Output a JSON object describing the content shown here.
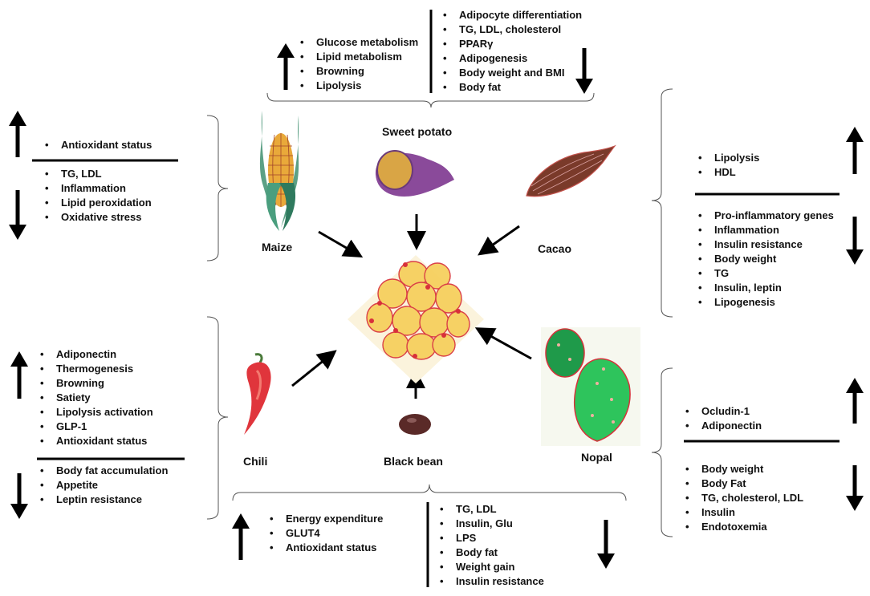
{
  "center_label": "",
  "foods": {
    "maize": "Maize",
    "sweet_potato": "Sweet potato",
    "cacao": "Cacao",
    "chili": "Chili",
    "black_bean": "Black bean",
    "nopal": "Nopal"
  },
  "effects": {
    "sweet_potato": {
      "up": [
        "Glucose metabolism",
        "Lipid metabolism",
        "Browning",
        "Lipolysis"
      ],
      "down": [
        "Adipocyte differentiation",
        "TG, LDL, cholesterol",
        "PPARγ",
        "Adipogenesis",
        "Body weight and BMI",
        "Body fat"
      ]
    },
    "maize": {
      "up": [
        "Antioxidant status"
      ],
      "down": [
        "TG, LDL",
        "Inflammation",
        "Lipid peroxidation",
        "Oxidative stress"
      ]
    },
    "cacao": {
      "up": [
        "Lipolysis",
        "HDL"
      ],
      "down": [
        "Pro-inflammatory genes",
        "Inflammation",
        "Insulin resistance",
        "Body weight",
        "TG",
        "Insulin, leptin",
        "Lipogenesis"
      ]
    },
    "chili": {
      "up": [
        "Adiponectin",
        "Thermogenesis",
        "Browning",
        "Satiety",
        "Lipolysis activation",
        "GLP-1",
        "Antioxidant status"
      ],
      "down": [
        "Body fat accumulation",
        "Appetite",
        "Leptin resistance"
      ]
    },
    "nopal": {
      "up": [
        "Ocludin-1",
        "Adiponectin"
      ],
      "down": [
        "Body weight",
        "Body Fat",
        "TG, cholesterol, LDL",
        "Insulin",
        "Endotoxemia"
      ]
    },
    "black_bean": {
      "up": [
        "Energy expenditure",
        "GLUT4",
        "Antioxidant status"
      ],
      "down": [
        "TG, LDL",
        "Insulin, Glu",
        "LPS",
        "Body fat",
        "Weight gain",
        "Insulin resistance"
      ]
    }
  },
  "colors": {
    "arrow": "#000000",
    "adipocyte": "#f4c040",
    "adipocyte_outline": "#d8303a",
    "nopal_green": "#2ec45c",
    "chili_red": "#e0353c",
    "cacao_brown": "#7a3a2a",
    "sweet_potato_skin": "#8a4a9a",
    "maize_leaf": "#3f8f70"
  }
}
